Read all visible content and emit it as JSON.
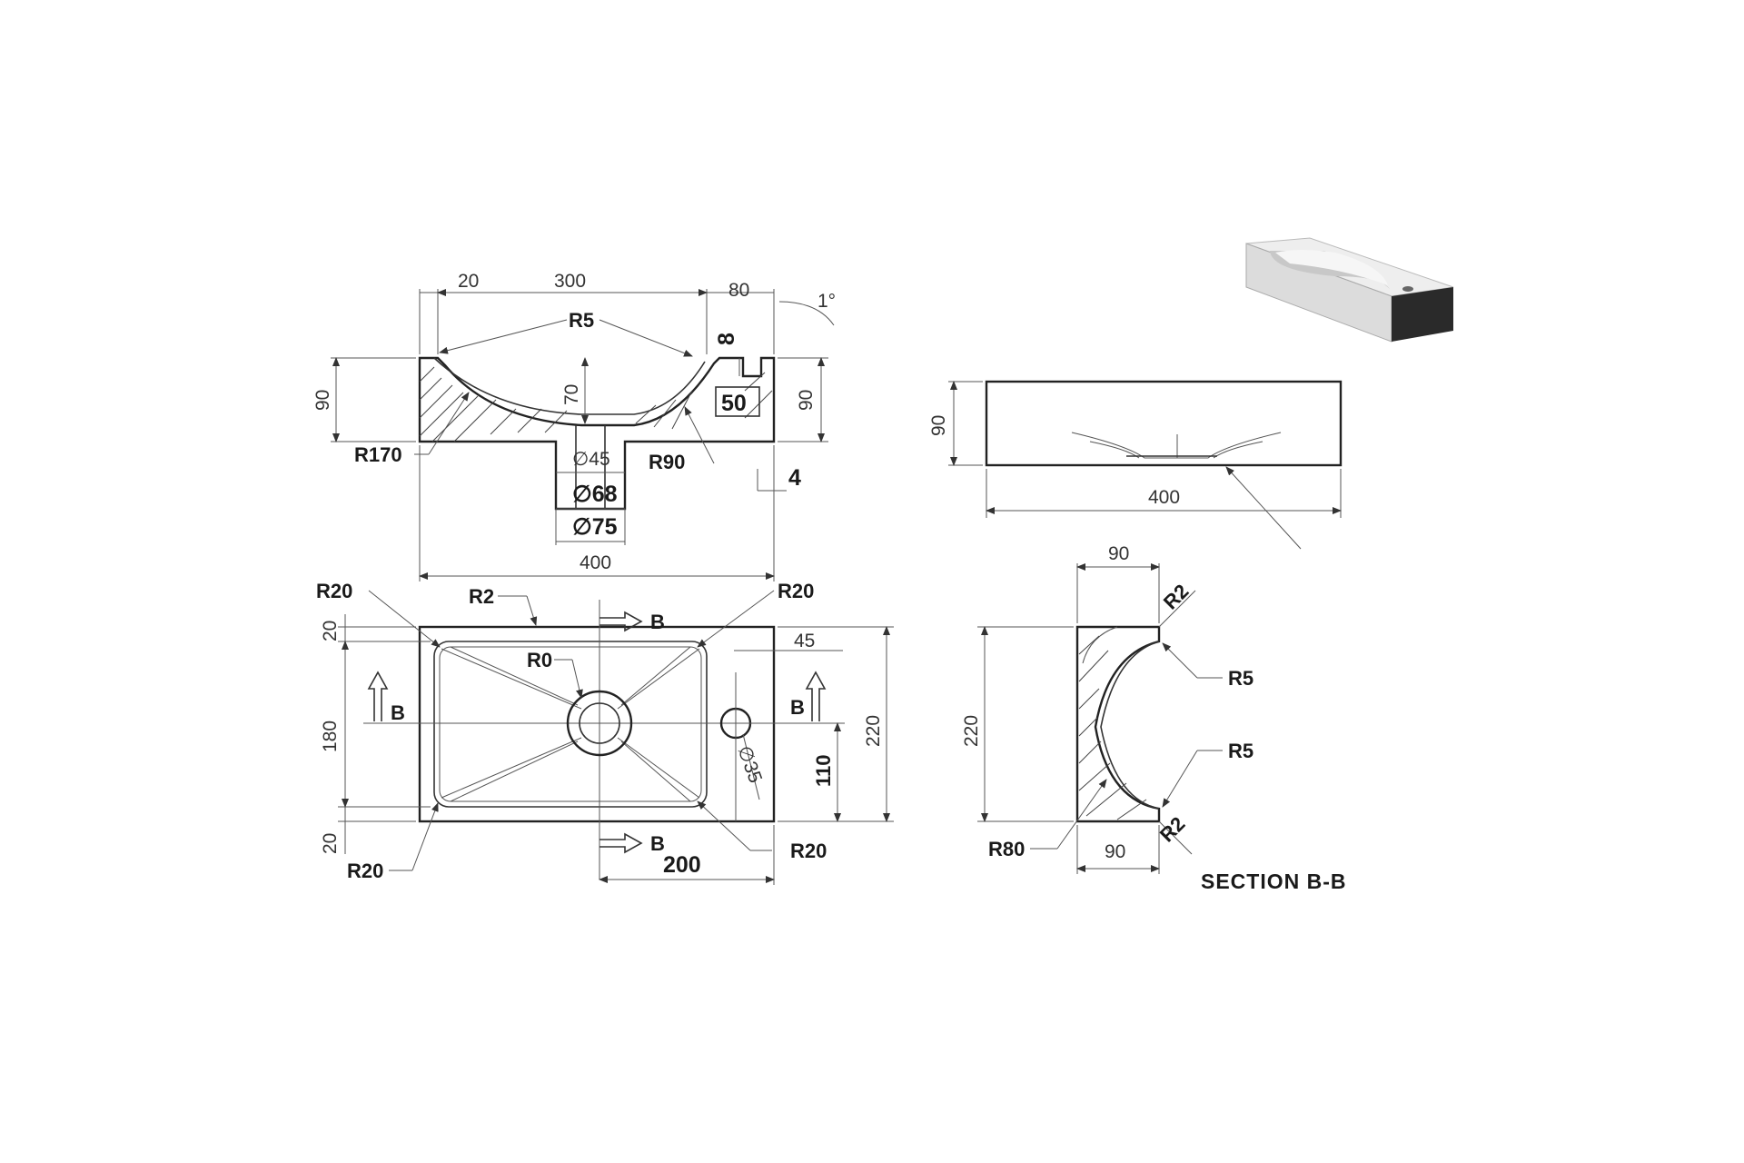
{
  "front_view": {
    "dim_left_margin": "20",
    "dim_basin_width": "300",
    "dim_deck": "80",
    "dim_tilt": "1°",
    "radius_rim": "R5",
    "dim_tap_depth": "8",
    "dim_tap_width": "50",
    "dim_height_left": "90",
    "dim_height_right": "90",
    "dim_bowl_depth": "70",
    "radius_bowl_left": "R170",
    "radius_bowl_right": "R90",
    "dia_drain_inner": "∅45",
    "dia_drain_mid": "∅68",
    "dia_drain_outer": "∅75",
    "dim_bottom": "4",
    "dim_total_width": "400"
  },
  "top_view": {
    "radius_top_left": "R20",
    "radius_edge": "R2",
    "radius_top_right": "R20",
    "radius_bottom_left": "R20",
    "radius_bottom_right": "R20",
    "radius_drain": "R0",
    "section_marker": "B",
    "dim_margin_top": "20",
    "dim_inner_depth": "180",
    "dim_margin_bottom": "20",
    "dim_tap_offset": "45",
    "dia_tap_hole": "∅35",
    "dim_tap_height": "110",
    "dim_total_depth": "220",
    "dim_drain_x": "200"
  },
  "side_view": {
    "dim_height": "90",
    "dim_width": "400"
  },
  "section_view": {
    "dim_top_width": "90",
    "dim_bottom_width": "90",
    "dim_height": "220",
    "radius_top_corner": "R2",
    "radius_bottom_corner": "R2",
    "radius_upper": "R5",
    "radius_lower": "R5",
    "radius_bowl": "R80",
    "caption": "SECTION B-B"
  },
  "colors": {
    "line": "#333333",
    "background": "#ffffff",
    "render_body": "#e6e6e6",
    "render_dark": "#2a2a2a"
  }
}
